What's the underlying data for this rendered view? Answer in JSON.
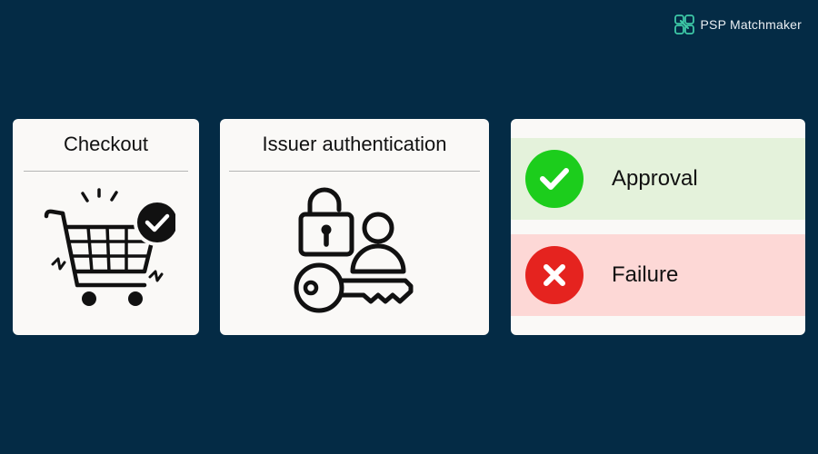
{
  "brand": {
    "name": "PSP Matchmaker",
    "icon": "psp-matchmaker-logo",
    "color": "#3ec9a7"
  },
  "steps": [
    {
      "title": "Checkout",
      "icon": "shopping-cart-check-icon"
    },
    {
      "title": "Issuer authentication",
      "icon": "lock-key-user-icon"
    }
  ],
  "outcomes": [
    {
      "label": "Approval",
      "icon": "checkmark-icon",
      "color": "#1ccd1c",
      "background": "#e4f2db"
    },
    {
      "label": "Failure",
      "icon": "x-mark-icon",
      "color": "#e5231f",
      "background": "#fdd8d6"
    }
  ],
  "colors": {
    "background": "#042b45",
    "card": "#faf9f7"
  }
}
